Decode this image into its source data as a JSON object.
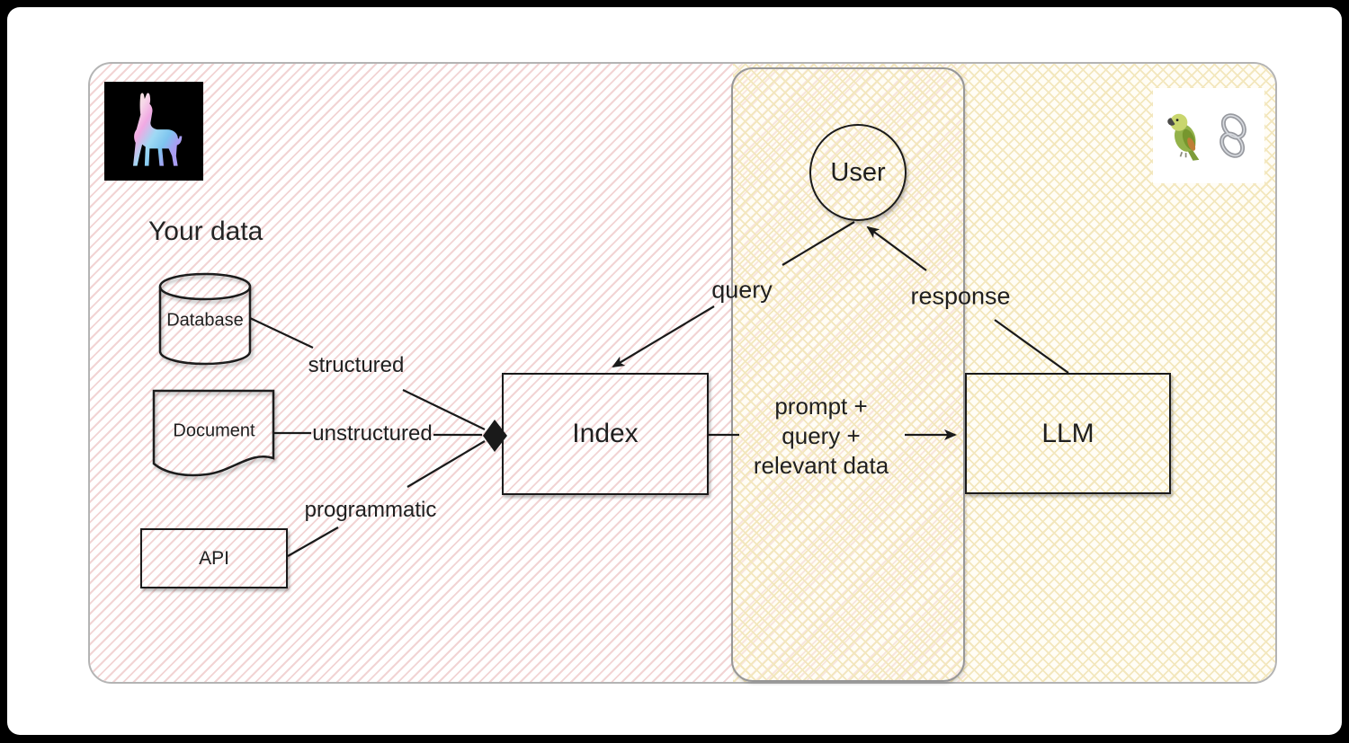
{
  "colors": {
    "pink_hatch": "#f2d4d4",
    "yellow_hatch": "#f3e7bd",
    "panel_border_outer": "#b4b4b4",
    "panel_border_middle": "#979797",
    "shape_stroke": "#1a1a1a",
    "text": "#1f1f1f",
    "llama_logo_bg": "#000000"
  },
  "labels": {
    "your_data": "Your data"
  },
  "nodes": {
    "database": "Database",
    "document": "Document",
    "api": "API",
    "index": "Index",
    "user": "User",
    "llm": "LLM"
  },
  "edges": {
    "structured": "structured",
    "unstructured": "unstructured",
    "programmatic": "programmatic",
    "query": "query",
    "response": "response",
    "prompt_lines": [
      "prompt +",
      "query +",
      "relevant data"
    ]
  },
  "icons": {
    "llama": "llama-logo",
    "parrot": "parrot-emoji",
    "chain": "link-emoji"
  }
}
